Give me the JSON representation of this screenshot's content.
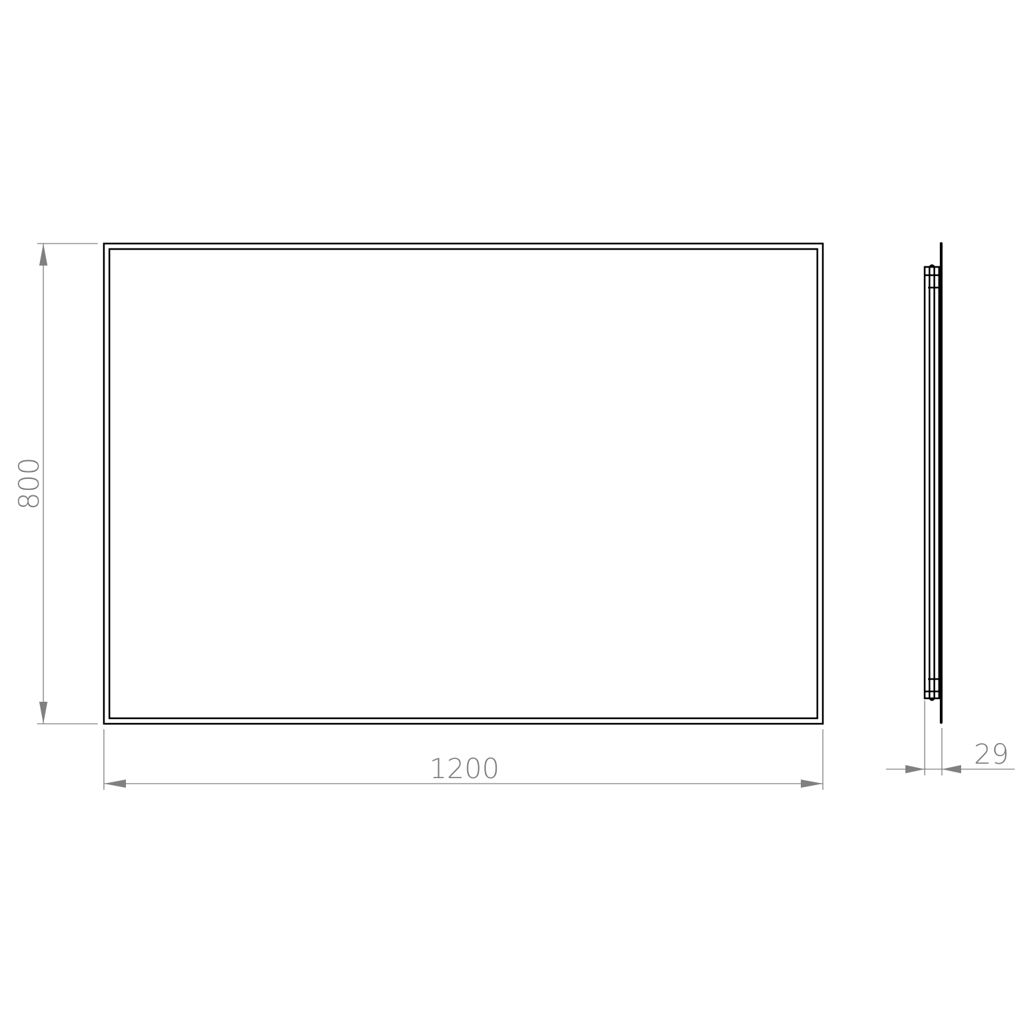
{
  "drawing": {
    "dimensions": {
      "width": "1200",
      "height": "800",
      "depth": "29"
    },
    "colors": {
      "object_line": "#000000",
      "dimension_line": "#808080"
    }
  }
}
